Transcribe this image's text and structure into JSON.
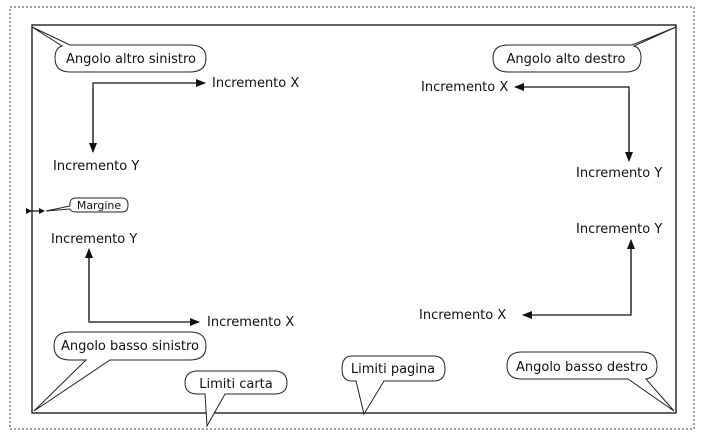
{
  "diagram": {
    "callouts": {
      "top_left": "Angolo altro sinistro",
      "top_right": "Angolo alto destro",
      "bottom_left": "Angolo basso sinistro",
      "bottom_right": "Angolo basso destro",
      "paper_limits": "Limiti carta",
      "page_limits": "Limiti pagina",
      "margin": "Margine"
    },
    "increments": {
      "tl_x": "Incremento X",
      "tl_y": "Incremento Y",
      "tr_x": "Incremento X",
      "tr_y": "Incremento Y",
      "bl_x": "Incremento X",
      "bl_y": "Incremento Y",
      "br_x": "Incremento X",
      "br_y": "Incremento Y"
    }
  }
}
